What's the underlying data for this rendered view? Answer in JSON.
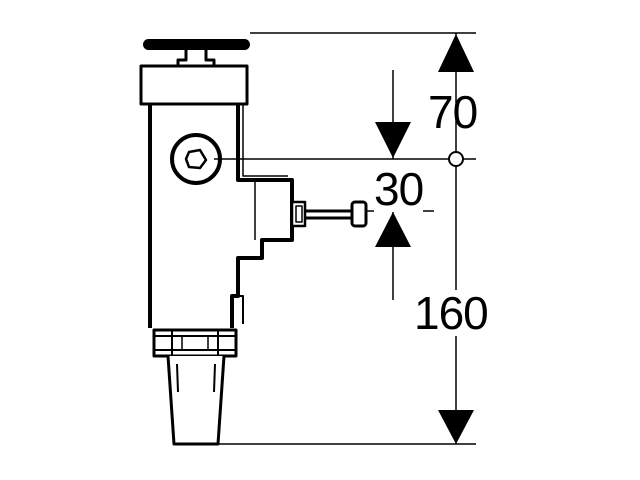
{
  "dimensions": {
    "top": "70",
    "gap": "30",
    "overall": "160"
  },
  "colors": {
    "line": "#000000",
    "background": "#ffffff"
  }
}
